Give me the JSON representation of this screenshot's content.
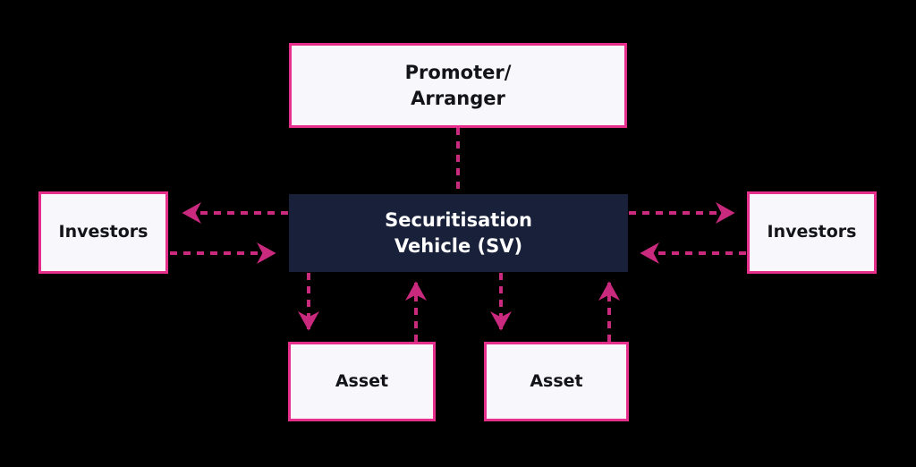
{
  "diagram": {
    "title": "Securitisation structure diagram",
    "background_color": "#000000",
    "accent_color": "#e62e8c",
    "arrow_color": "#c92a7e",
    "dark_node_color": "#18203a",
    "light_node_color": "#f8f7fc",
    "nodes": {
      "promoter": {
        "label": "Promoter/\nArranger"
      },
      "vehicle": {
        "label": "Securitisation\nVehicle (SV)"
      },
      "investors_left": {
        "label": "Investors"
      },
      "investors_right": {
        "label": "Investors"
      },
      "asset_left": {
        "label": "Asset"
      },
      "asset_right": {
        "label": "Asset"
      }
    },
    "connectors": [
      {
        "name": "promoter-to-vehicle",
        "from": "promoter",
        "to": "vehicle",
        "style": "dashed",
        "arrowheads": "none",
        "orientation": "vertical"
      },
      {
        "name": "vehicle-to-investors-left",
        "from": "vehicle",
        "to": "investors_left",
        "style": "dashed",
        "arrowheads": "end",
        "orientation": "horizontal",
        "direction": "left"
      },
      {
        "name": "investors-left-to-vehicle",
        "from": "investors_left",
        "to": "vehicle",
        "style": "dashed",
        "arrowheads": "end",
        "orientation": "horizontal",
        "direction": "right"
      },
      {
        "name": "vehicle-to-investors-right",
        "from": "vehicle",
        "to": "investors_right",
        "style": "dashed",
        "arrowheads": "end",
        "orientation": "horizontal",
        "direction": "right"
      },
      {
        "name": "investors-right-to-vehicle",
        "from": "investors_right",
        "to": "vehicle",
        "style": "dashed",
        "arrowheads": "end",
        "orientation": "horizontal",
        "direction": "left"
      },
      {
        "name": "vehicle-to-asset-left",
        "from": "vehicle",
        "to": "asset_left",
        "style": "dashed",
        "arrowheads": "end",
        "orientation": "vertical",
        "direction": "down"
      },
      {
        "name": "asset-left-to-vehicle",
        "from": "asset_left",
        "to": "vehicle",
        "style": "dashed",
        "arrowheads": "end",
        "orientation": "vertical",
        "direction": "up"
      },
      {
        "name": "vehicle-to-asset-right",
        "from": "vehicle",
        "to": "asset_right",
        "style": "dashed",
        "arrowheads": "end",
        "orientation": "vertical",
        "direction": "down"
      },
      {
        "name": "asset-right-to-vehicle",
        "from": "asset_right",
        "to": "vehicle",
        "style": "dashed",
        "arrowheads": "end",
        "orientation": "vertical",
        "direction": "up"
      }
    ]
  }
}
